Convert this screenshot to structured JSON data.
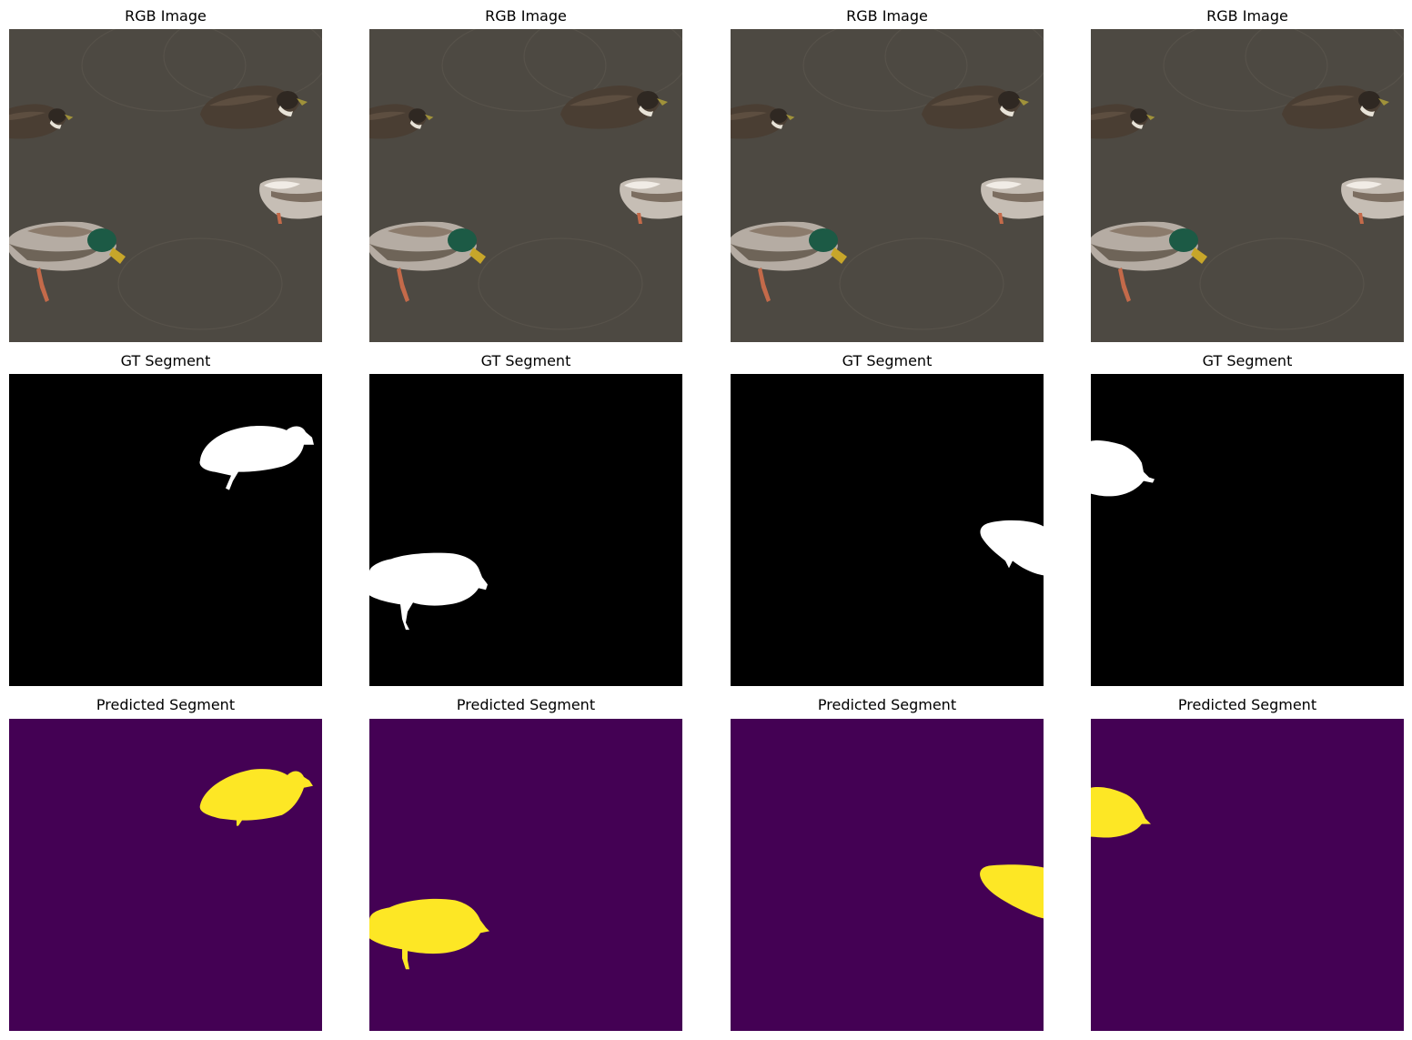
{
  "colors": {
    "water": "#4d4942",
    "mask_bg": "#000000",
    "mask_fg": "#ffffff",
    "pred_bg": "#440154",
    "pred_fg": "#fde725"
  },
  "rows": [
    {
      "title": "RGB Image",
      "kind": "rgb"
    },
    {
      "title": "GT Segment",
      "kind": "gt"
    },
    {
      "title": "Predicted Segment",
      "kind": "pred"
    }
  ],
  "columns": [
    {
      "gt_shape": "duck-top-right",
      "pred_shape": "duck-top-right"
    },
    {
      "gt_shape": "duck-bottom-left",
      "pred_shape": "duck-bottom-left"
    },
    {
      "gt_shape": "duck-right-edge",
      "pred_shape": "duck-right-edge"
    },
    {
      "gt_shape": "duck-left-edge",
      "pred_shape": "duck-left-edge"
    }
  ]
}
